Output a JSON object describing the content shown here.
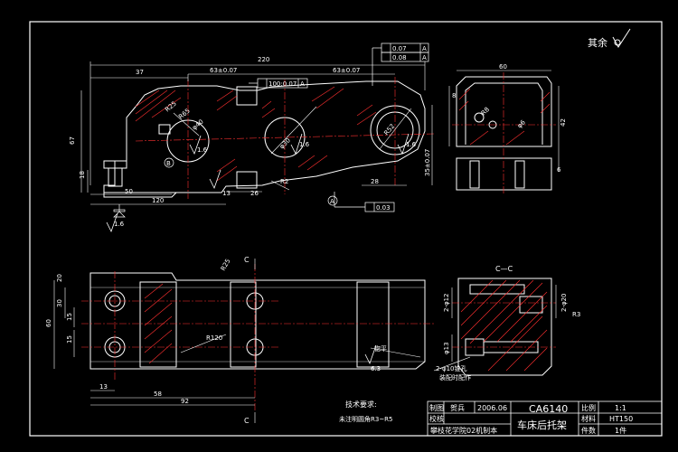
{
  "surface_finish": {
    "label": "其余"
  },
  "tolerance_frames": {
    "parallel_a": "0.07",
    "datum_a": "A",
    "parallel_b": "0.08",
    "datum_b": "A",
    "parallel_c": "100:0.07",
    "datum_c": "A",
    "flatness": "0.03"
  },
  "front_view_dims": {
    "total_width": "220",
    "d37": "37",
    "d63_left": "63±0.07",
    "d63_right": "63±0.07",
    "height_67": "67",
    "d18": "18",
    "d50": "50",
    "d120": "120",
    "d26": "26",
    "d13": "13",
    "d28": "28",
    "height_35": "35±0.07",
    "r65": "R65",
    "r52": "R52",
    "r2": "R2",
    "r25": "R25",
    "phi_left": "φ40",
    "phi_mid": "φ30",
    "roughness_16a": "1.6",
    "roughness_16b": "1.6",
    "roughness_16c": "1.6",
    "roughness_16d": "1.6",
    "datum_label": "A",
    "balloon_b": "B"
  },
  "side_view_dims": {
    "width_60": "60",
    "d42": "42",
    "d6": "6",
    "d8": "8",
    "phi6": "φ6",
    "r8": "R8"
  },
  "top_view_dims": {
    "d60": "60",
    "d30": "30",
    "d20": "20",
    "d15a": "15",
    "d15b": "15",
    "d13": "13",
    "d58": "58",
    "d92": "92",
    "r120": "R120",
    "r25": "R25",
    "section_c_top": "C",
    "section_c_bottom": "C",
    "roughness_63": "6.3",
    "note_label": "锪平"
  },
  "section_view": {
    "title": "C—C",
    "d12": "2-φ12",
    "d20": "2-φ20",
    "d13": "φ13",
    "r3": "R3",
    "hole_note": "2-φ10锥孔",
    "hole_note2": "装配时配作"
  },
  "tech_requirements": {
    "title": "技术要求:",
    "line1": "未注明圆角R3~R5"
  },
  "title_block": {
    "row1_label": "制图",
    "row1_name": "贺兵",
    "row1_date": "2006.06",
    "row2_label": "校核",
    "school": "攀枝花学院02机制本",
    "model": "CA6140",
    "part_name": "车床后托架",
    "scale_label": "比例",
    "scale_value": "1:1",
    "material_label": "材料",
    "material_value": "HT150",
    "qty_label": "件数",
    "qty_value": "1件"
  }
}
